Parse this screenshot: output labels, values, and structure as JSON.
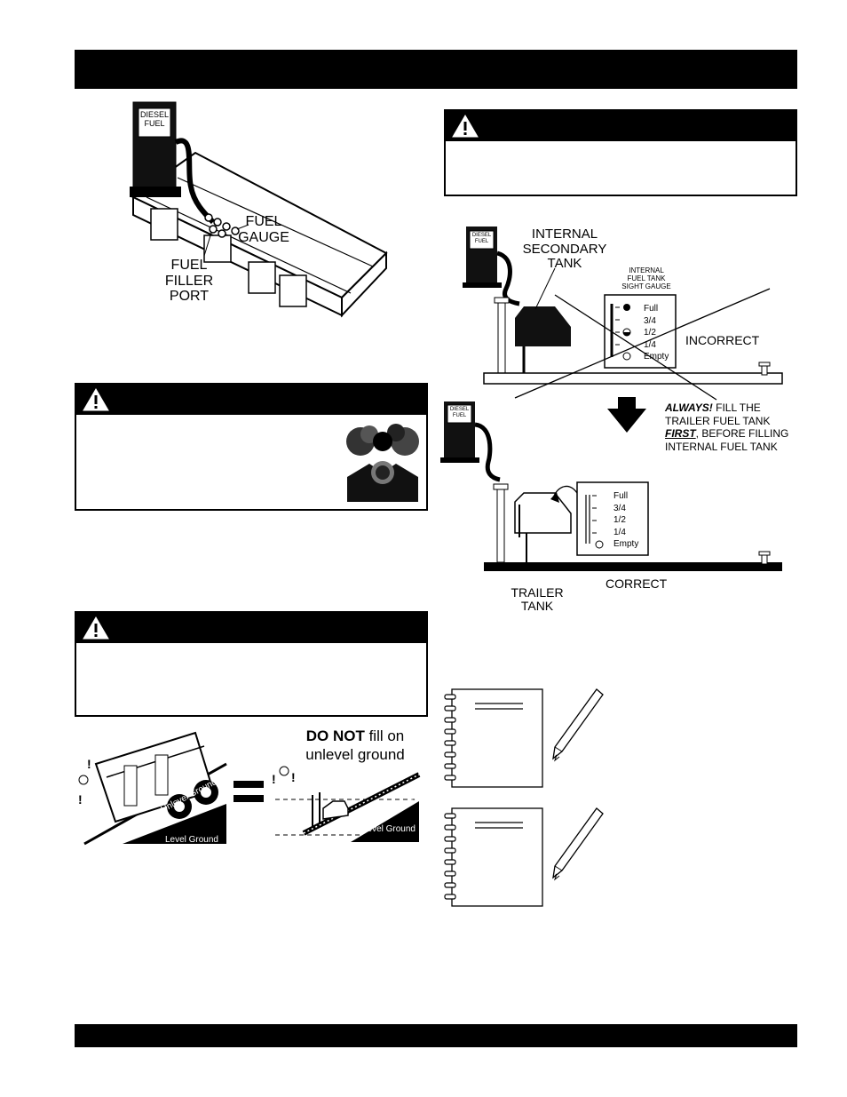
{
  "fig_fuel_filling": {
    "pump_label": "DIESEL\nFUEL",
    "fuel_gauge": "FUEL\nGAUGE",
    "fuel_filler_port": "FUEL\nFILLER\nPORT"
  },
  "fig_internal_tank": {
    "pump_label": "DIESEL\nFUEL",
    "internal_secondary_tank": "INTERNAL\nSECONDARY\nTANK",
    "sight_gauge_title": "INTERNAL\nFUEL TANK\nSIGHT GAUGE",
    "gauge_levels": [
      "Full",
      "3/4",
      "1/2",
      "1/4",
      "Empty"
    ],
    "incorrect": "INCORRECT",
    "always_prefix": "ALWAYS!",
    "always_rest": " FILL THE",
    "line2": "TRAILER FUEL TANK",
    "first": "FIRST",
    "line3_rest": ", BEFORE FILLING",
    "line4": "INTERNAL FUEL TANK",
    "trailer_tank": "TRAILER\nTANK",
    "correct": "CORRECT"
  },
  "fig_level_ground": {
    "do_not": "DO NOT",
    "fill_on": " fill on",
    "unlevel_ground_caption": "unlevel ground",
    "unlevel_ground": "Unlevel Ground",
    "level_ground": "Level Ground",
    "equals": "="
  }
}
